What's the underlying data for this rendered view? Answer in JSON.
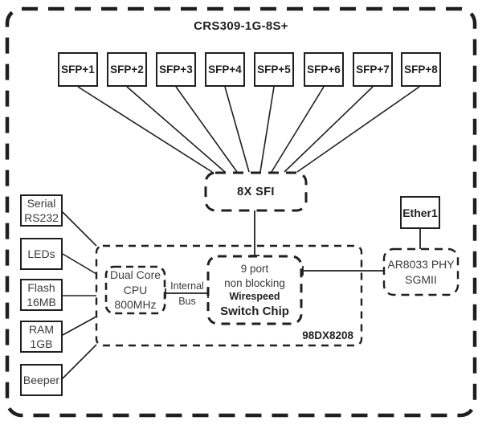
{
  "title": "CRS309-1G-8S+",
  "colors": {
    "ink": "#1f1f1f",
    "ink_soft": "#3a3a3a",
    "paper": "#ffffff"
  },
  "sfp_ports": [
    "SFP+1",
    "SFP+2",
    "SFP+3",
    "SFP+4",
    "SFP+5",
    "SFP+6",
    "SFP+7",
    "SFP+8"
  ],
  "sfi_box": {
    "label": "8X SFI"
  },
  "peripherals": [
    {
      "label": "Serial\nRS232"
    },
    {
      "label": "LEDs"
    },
    {
      "label": "Flash\n16MB"
    },
    {
      "label": "RAM\n1GB"
    },
    {
      "label": "Beeper"
    }
  ],
  "soc": {
    "cpu": {
      "label": "Dual Core\nCPU\n800MHz"
    },
    "bus": {
      "line1": "Internal",
      "line2": "Bus"
    },
    "switch_chip": {
      "ports": "9 port",
      "blocking": "non blocking",
      "wirespeed": "Wirespeed",
      "name": "Switch Chip"
    },
    "model": "98DX8208"
  },
  "ethernet": {
    "port": "Ether1",
    "phy": "AR8033 PHY\nSGMII"
  }
}
